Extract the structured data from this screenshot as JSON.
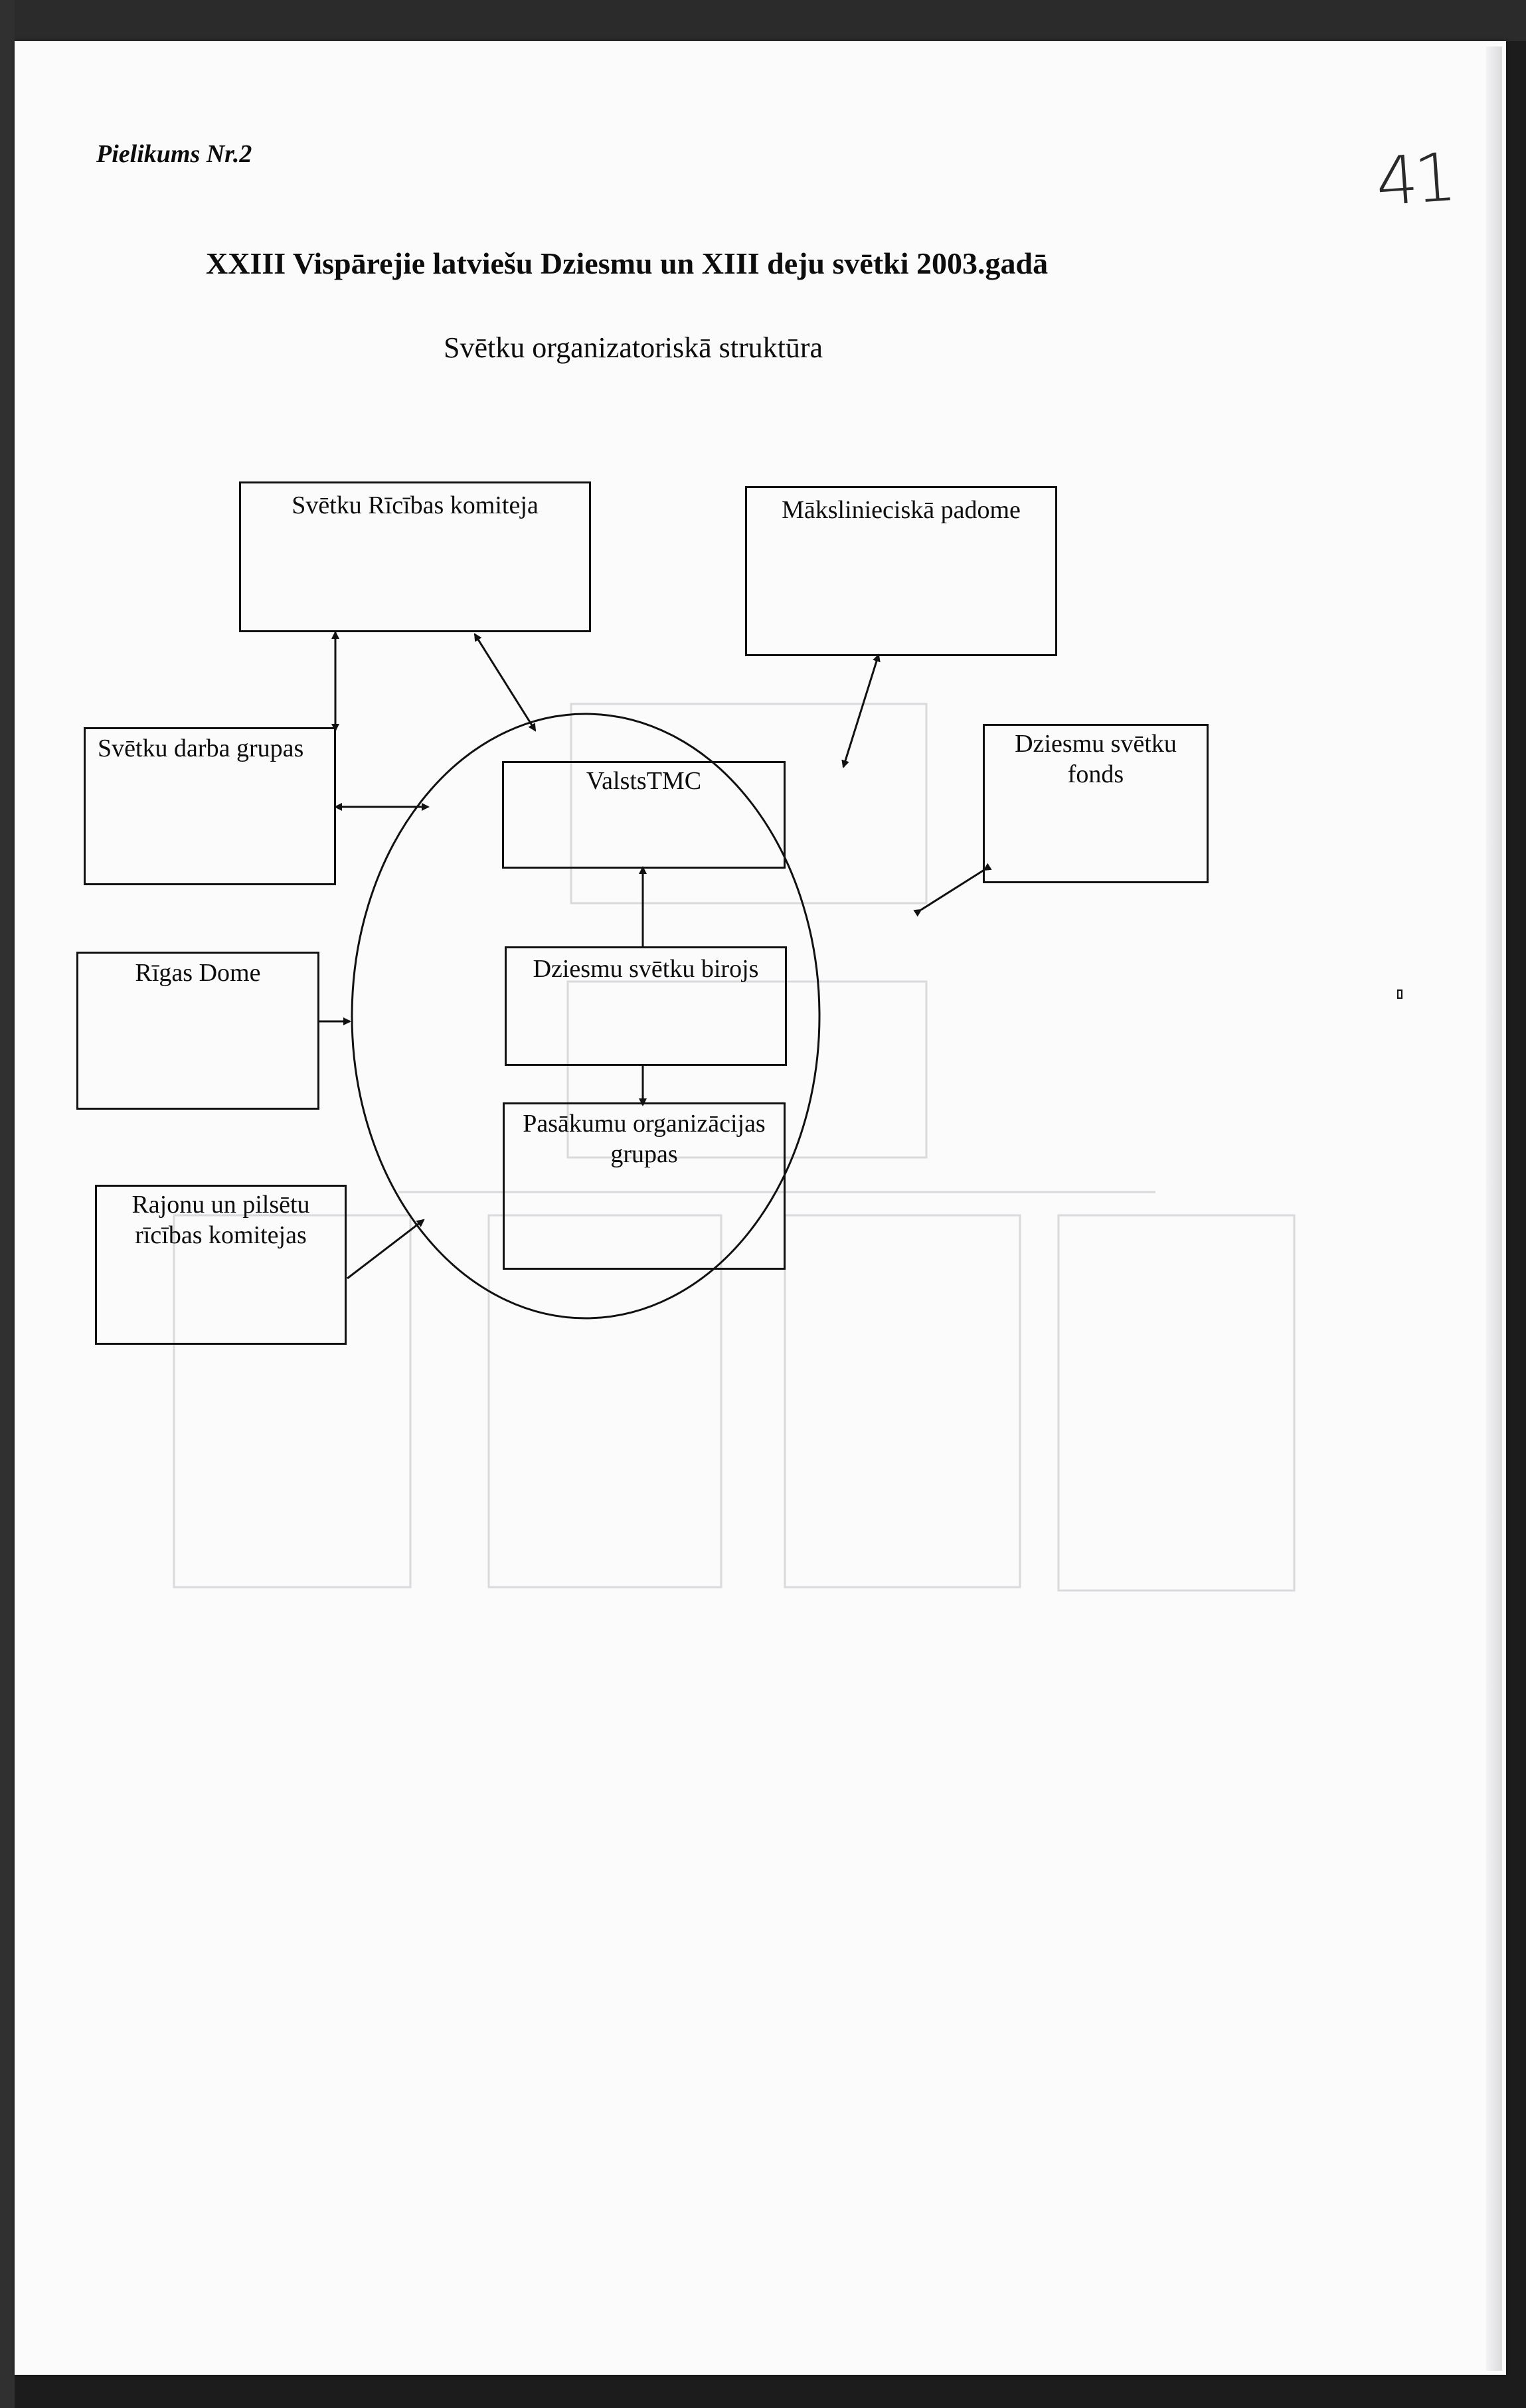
{
  "header": {
    "appendix_label": "Pielikums Nr.2",
    "handwritten_page_number": "41"
  },
  "title": "XXIII Vispārejie latviešu Dziesmu un XIII deju svētki 2003.gadā",
  "subtitle": "Svētku organizatoriskā struktūra",
  "boxes": {
    "ricibas_komiteja": "Svētku Rīcības komiteja",
    "makslinieciska_padome": "Mākslinieciskā padome",
    "darba_grupas": "Svētku darba grupas",
    "fonds_line1": "Dziesmu svētku",
    "fonds_line2": "fonds",
    "valsts_tmc": "ValstsTMC",
    "rigas_dome": "Rīgas Dome",
    "birojs": "Dziesmu svētku birojs",
    "pasakumu_line1": "Pasākumu organizācijas",
    "pasakumu_line2": "grupas",
    "rajonu_line1": "Rajonu un pilsētu",
    "rajonu_line2": "rīcības komitejas"
  },
  "colors": {
    "ink": "#111111",
    "paper": "#fbfbfc",
    "bleed": "#d2d2d6"
  }
}
